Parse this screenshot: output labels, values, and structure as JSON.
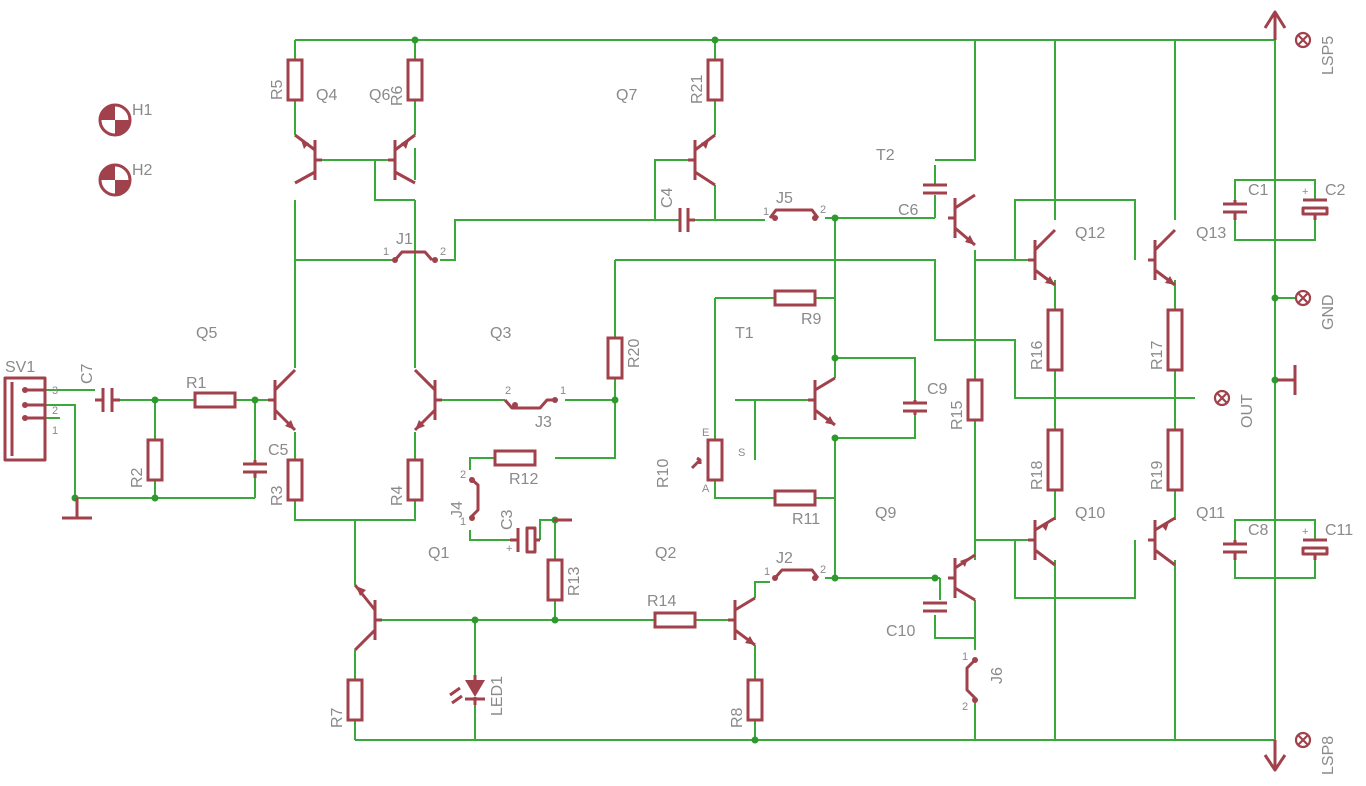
{
  "labels": {
    "SV1": "SV1",
    "C7": "C7",
    "R1": "R1",
    "R2": "R2",
    "C5": "C5",
    "R3": "R3",
    "R4": "R4",
    "R5": "R5",
    "R6": "R6",
    "Q4": "Q4",
    "Q6": "Q6",
    "Q5": "Q5",
    "Q3": "Q3",
    "Q7": "Q7",
    "R21": "R21",
    "C4": "C4",
    "J1": "J1",
    "J3": "J3",
    "J5": "J5",
    "R20": "R20",
    "R12": "R12",
    "J4": "J4",
    "C3": "C3",
    "R13": "R13",
    "Q1": "Q1",
    "Q2": "Q2",
    "R14": "R14",
    "R7": "R7",
    "LED1": "LED1",
    "R8": "R8",
    "R10": "R10",
    "T1": "T1",
    "R9": "R9",
    "R11": "R11",
    "C9": "C9",
    "J2": "J2",
    "Q9": "Q9",
    "T2": "T2",
    "C6": "C6",
    "C10": "C10",
    "J6": "J6",
    "R15": "R15",
    "Q12": "Q12",
    "Q10": "Q10",
    "R16": "R16",
    "R17": "R17",
    "R18": "R18",
    "R19": "R19",
    "Q13": "Q13",
    "Q11": "Q11",
    "C1": "C1",
    "C2": "C2",
    "C8": "C8",
    "C11": "C11",
    "LSP5": "LSP5",
    "GND": "GND",
    "OUT": "OUT",
    "LSP8": "LSP8",
    "H1": "H1",
    "H2": "H2"
  },
  "pins": {
    "one": "1",
    "two": "2",
    "three": "3",
    "E": "E",
    "S": "S",
    "A": "A",
    "plus": "+"
  }
}
